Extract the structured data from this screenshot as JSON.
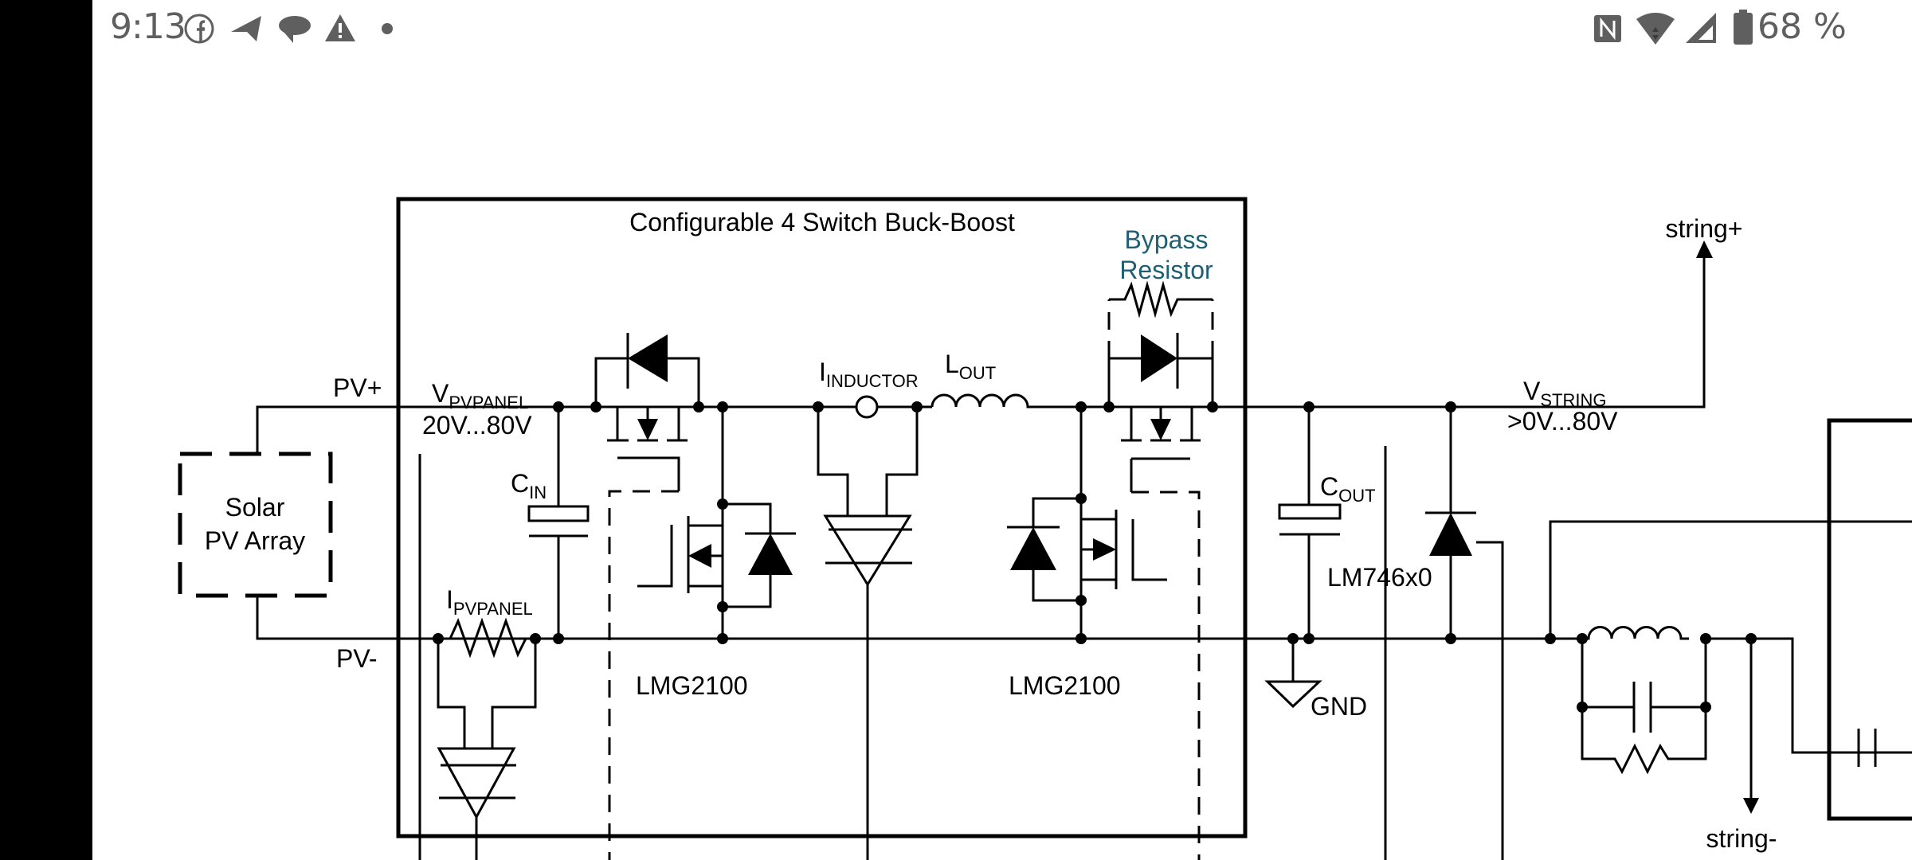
{
  "status_bar": {
    "time": "9:13",
    "left_icons": [
      "facebook-icon",
      "telegram-icon",
      "chat-bubbles-icon",
      "warning-icon",
      "dot-icon"
    ],
    "right_icons": [
      "nfc-icon",
      "wifi-icon",
      "cell-signal-icon",
      "battery-icon"
    ],
    "battery": "68 %"
  },
  "diagram": {
    "title": "Configurable 4 Switch Buck-Boost",
    "colors": {
      "line": "#000000",
      "accent": "#1f5f74",
      "status_text": "#5f5f5f"
    },
    "labels": {
      "solar_line1": "Solar",
      "solar_line2": "PV Array",
      "pv_plus": "PV+",
      "pv_minus": "PV-",
      "vpvpanel_main": "V",
      "vpvpanel_sub": "PVPANEL",
      "vpvpanel_range": "20V...80V",
      "cin_main": "C",
      "cin_sub": "IN",
      "ipvpanel_main": "I",
      "ipvpanel_sub": "PVPANEL",
      "iinductor_main": "I",
      "iinductor_sub": "INDUCTOR",
      "lout_main": "L",
      "lout_sub": "OUT",
      "bypass_line1": "Bypass",
      "bypass_line2": "Resistor",
      "lmg_left": "LMG2100",
      "lmg_right": "LMG2100",
      "cout_main": "C",
      "cout_sub": "OUT",
      "lm746": "LM746x0",
      "gnd": "GND",
      "vstring_main": "V",
      "vstring_sub": "STRING",
      "vstring_range": ">0V...80V",
      "string_plus": "string+",
      "string_minus": "string-"
    }
  }
}
